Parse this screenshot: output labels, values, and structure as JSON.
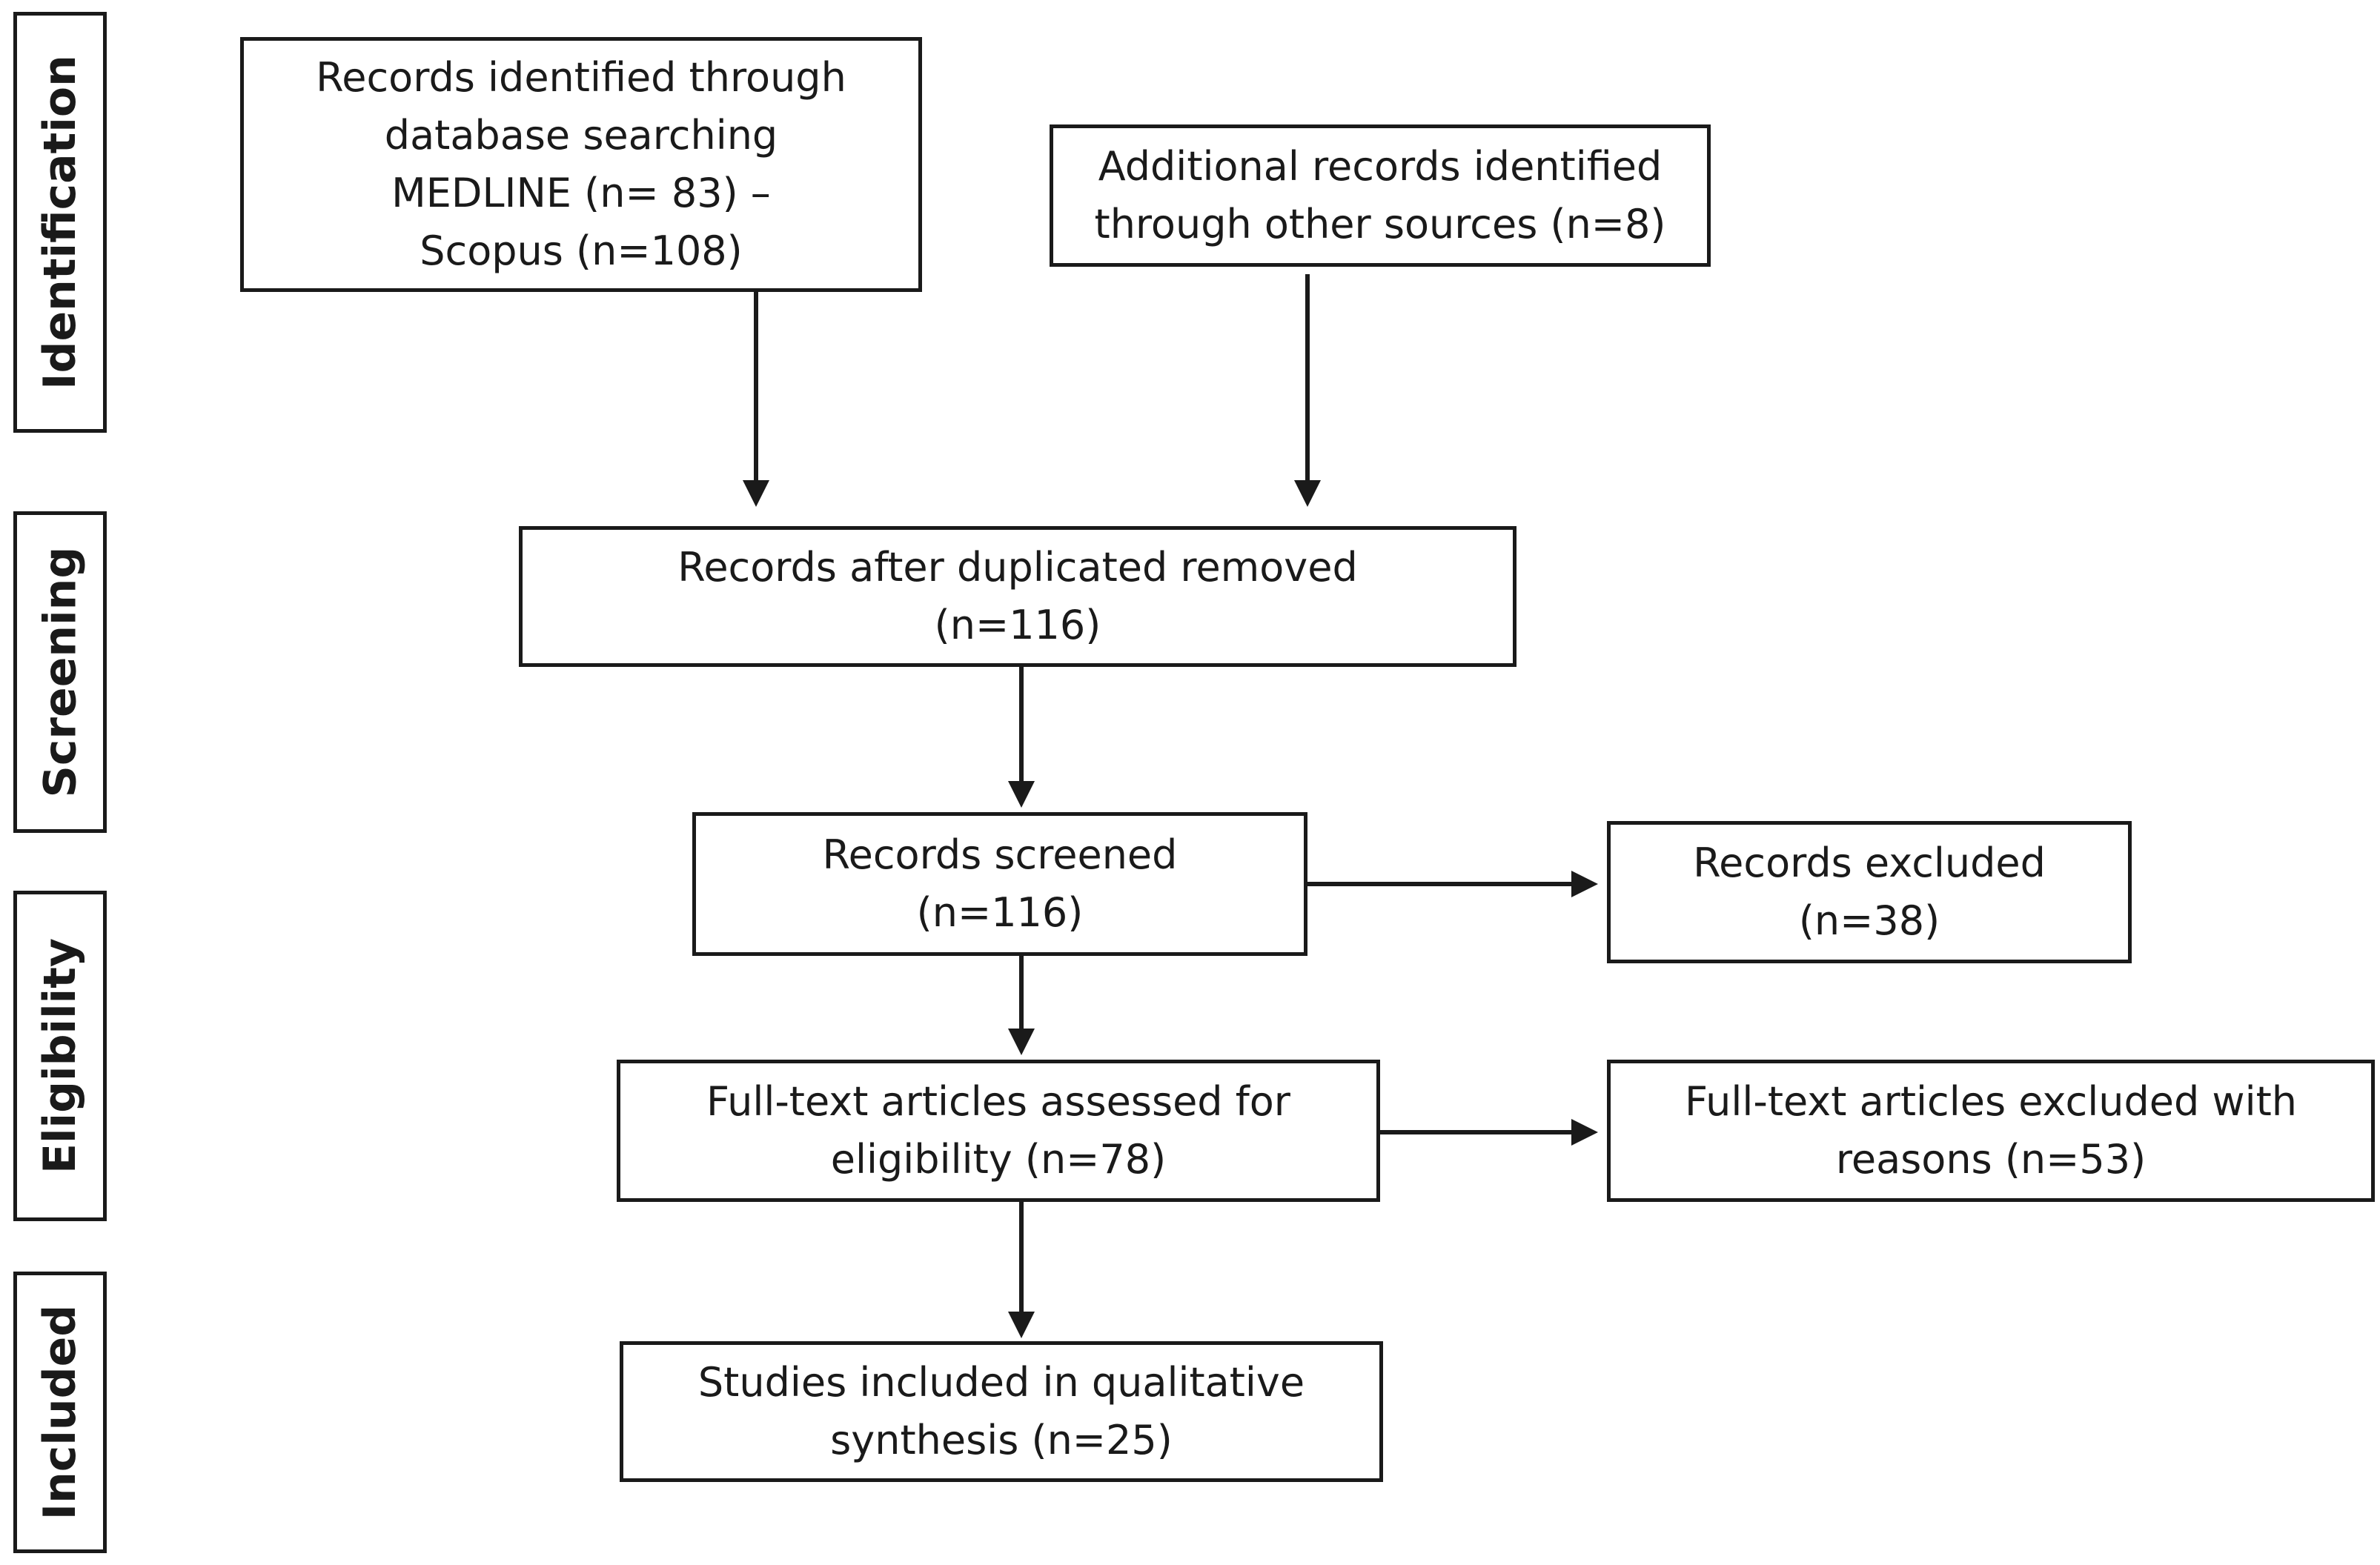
{
  "stages": {
    "identification": "Identification",
    "screening": "Screening",
    "eligibility": "Eligibility",
    "included": "Included"
  },
  "boxes": {
    "database_search": {
      "lines": [
        "Records identified through",
        "database searching",
        "MEDLINE (n= 83) –",
        "Scopus (n=108)"
      ]
    },
    "other_sources": {
      "lines": [
        "Additional records identified",
        "through other sources (n=8)"
      ]
    },
    "duplicates_removed": {
      "lines": [
        "Records after duplicated removed",
        "(n=116)"
      ]
    },
    "screened": {
      "lines": [
        "Records screened",
        "(n=116)"
      ]
    },
    "excluded": {
      "lines": [
        "Records excluded",
        "(n=38)"
      ]
    },
    "fulltext_assessed": {
      "lines": [
        "Full-text articles assessed for",
        "eligibility  (n=78)"
      ]
    },
    "fulltext_excluded": {
      "lines": [
        "Full-text articles excluded with",
        "reasons (n=53)"
      ]
    },
    "included_studies": {
      "lines": [
        "Studies included in qualitative",
        "synthesis (n=25)"
      ]
    }
  }
}
